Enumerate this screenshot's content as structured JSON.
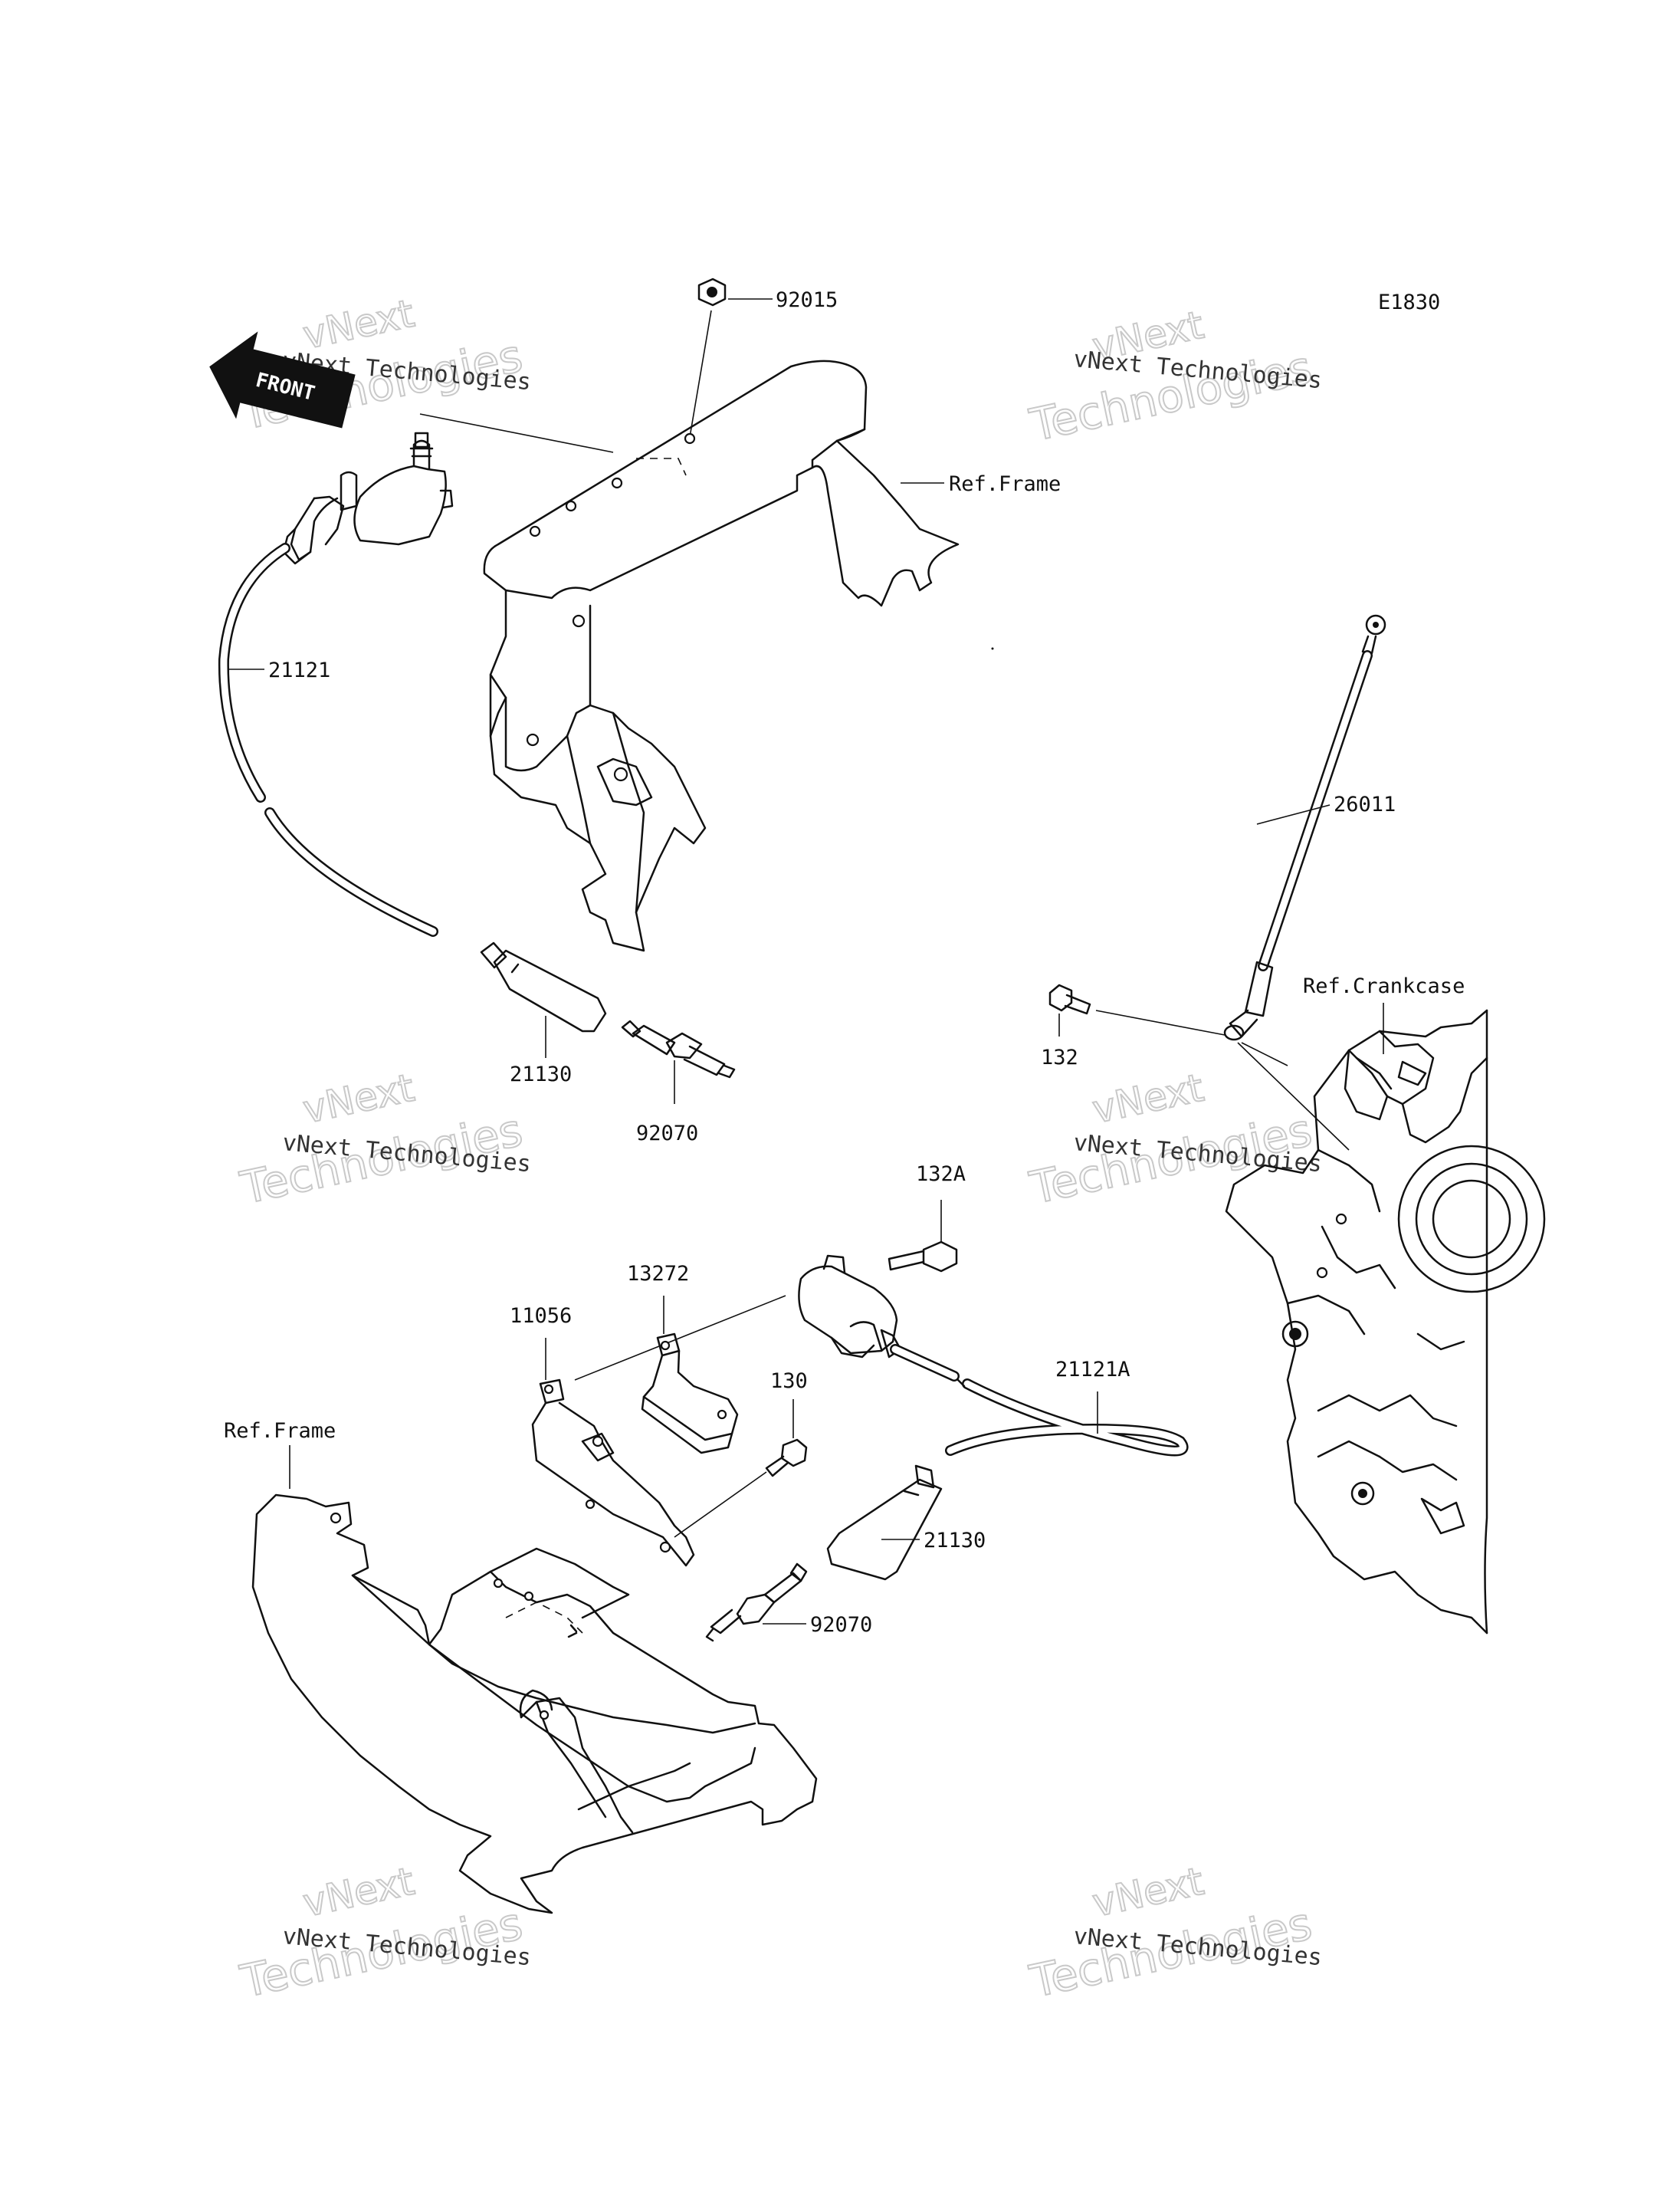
{
  "diagram_code": "E1830",
  "front_arrow": {
    "label": "FRONT"
  },
  "watermark": {
    "small_text": "vNext Technologies",
    "big_line1": "vNext",
    "big_line2": "Technologies"
  },
  "ref_labels": {
    "frame_upper": "Ref.Frame",
    "frame_lower": "Ref.Frame",
    "crankcase": "Ref.Crankcase"
  },
  "part_labels": {
    "p92015": "92015",
    "p21121": "21121",
    "p21130_upper": "21130",
    "p92070_upper": "92070",
    "p26011": "26011",
    "p132": "132",
    "p132A": "132A",
    "p13272": "13272",
    "p11056": "11056",
    "p130": "130",
    "p21121A": "21121A",
    "p21130_lower": "21130",
    "p92070_lower": "92070"
  },
  "colors": {
    "line": "#111111",
    "watermark": "#c9c9c9"
  }
}
